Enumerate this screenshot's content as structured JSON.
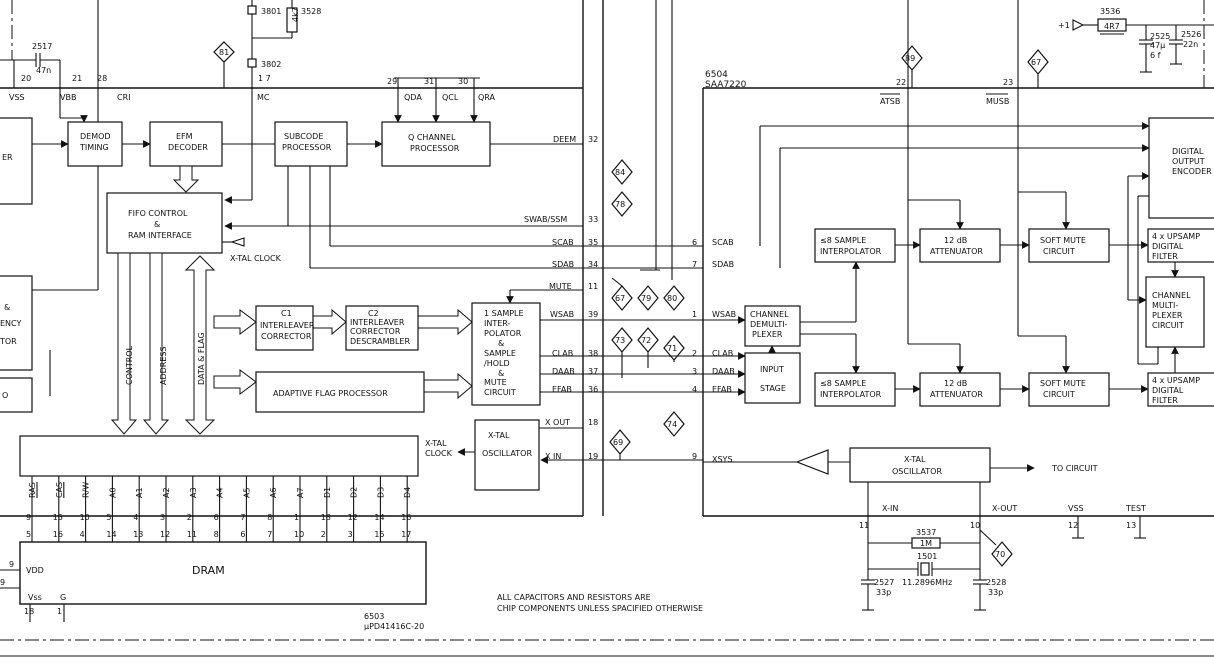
{
  "chips": {
    "main_id": "6504",
    "main_part": "SAA7220",
    "dram_id": "6503",
    "dram_part": "µPD41416C-20"
  },
  "blocks": {
    "left_partial_1": "ER",
    "left_partial_2": "&",
    "left_partial_3": "ENCY",
    "left_partial_4": "TOR",
    "left_partial_5": "O",
    "demod_1": "DEMOD",
    "demod_2": "TIMING",
    "efm_1": "EFM",
    "efm_2": "DECODER",
    "subcode_1": "SUBCODE",
    "subcode_2": "PROCESSOR",
    "qch_1": "Q CHANNEL",
    "qch_2": "PROCESSOR",
    "fifo_1": "FIFO CONTROL",
    "fifo_2": "&",
    "fifo_3": "RAM INTERFACE",
    "c1_1": "C1",
    "c1_2": "INTERLEAVER",
    "c1_3": "CORRECTOR",
    "c2_1": "C2",
    "c2_2": "INTERLEAVER",
    "c2_3": "CORRECTOR",
    "c2_4": "DESCRAMBLER",
    "flag": "ADAPTIVE FLAG PROCESSOR",
    "interp_1": "1 SAMPLE",
    "interp_2": "INTER-",
    "interp_3": "POLATOR",
    "interp_4": "&",
    "interp_5": "SAMPLE",
    "interp_6": "/HOLD",
    "interp_7": "&",
    "interp_8": "MUTE",
    "interp_9": "CIRCUIT",
    "xtal1_1": "X-TAL",
    "xtal1_2": "OSCILLATOR",
    "demux_1": "CHANNEL",
    "demux_2": "DEMULTI-",
    "demux_3": "PLEXER",
    "input_1": "INPUT",
    "input_2": "STAGE",
    "s8_1": "≤8 SAMPLE",
    "s8_2": "INTERPOLATOR",
    "att_1": "12 dB",
    "att_2": "ATTENUATOR",
    "soft_1": "SOFT MUTE",
    "soft_2": "CIRCUIT",
    "up_1": "4 x UPSAMP",
    "up_2": "DIGITAL",
    "up_3": "FILTER",
    "mux_1": "CHANNEL",
    "mux_2": "MULTI-",
    "mux_3": "PLEXER",
    "mux_4": "CIRCUIT",
    "dig_1": "DIGITAL",
    "dig_2": "OUTPUT",
    "dig_3": "ENCODER",
    "xtal2_1": "X-TAL",
    "xtal2_2": "OSCILLATOR",
    "dram": "DRAM"
  },
  "signals": {
    "vss": "VSS",
    "vbb": "VBB",
    "cri": "CRI",
    "mc": "MC",
    "qda": "QDA",
    "qcl": "QCL",
    "qra": "QRA",
    "deem": "DEEM",
    "swab": "SWAB/SSM",
    "scab": "SCAB",
    "sdab": "SDAB",
    "mute": "MUTE",
    "wsab": "WSAB",
    "clab": "CLAB",
    "daab": "DAAB",
    "efab": "EFAB",
    "xout": "X OUT",
    "xin": "X IN",
    "xtal_clock": "X-TAL CLOCK",
    "xtal_clock_a": "X-TAL",
    "xtal_clock_b": "CLOCK",
    "r_scab": "SCAB",
    "r_sdab": "SDAB",
    "r_wsab": "WSAB",
    "r_clab": "CLAB",
    "r_daab": "DAAB",
    "r_efab": "EFAB",
    "xsys": "XSYS",
    "atsb": "ATSB",
    "musb": "MUSB",
    "to_circuit": "TO CIRCUIT",
    "x_in": "X-IN",
    "x_out": "X-OUT",
    "vss2": "VSS",
    "test": "TEST",
    "control": "CONTROL",
    "address": "ADDRESS",
    "data_flag": "DATA & FLAG",
    "vdd": "VDD",
    "vss_d": "Vss",
    "g": "G",
    "plus1": "+1"
  },
  "pins": {
    "p20": "20",
    "p21": "21",
    "p28": "28",
    "p17": "1 7",
    "p29": "29",
    "p31": "31",
    "p30": "30",
    "p32": "32",
    "p33": "33",
    "p35": "35",
    "p34": "34",
    "p11": "11",
    "p39": "39",
    "p38": "38",
    "p37": "37",
    "p36": "36",
    "p18": "18",
    "p19": "19",
    "r6": "6",
    "r7": "7",
    "r1": "1",
    "r2": "2",
    "r3": "3",
    "r4": "4",
    "r9": "9",
    "p22": "22",
    "p23": "23",
    "p11b": "11",
    "p10": "10",
    "p12": "12",
    "p13": "13",
    "d9": "9",
    "d18": "18",
    "d1": "1",
    "d9b": "9"
  },
  "bus_pins": [
    {
      "name": "RAS",
      "top": "9",
      "bot": "5"
    },
    {
      "name": "CAS",
      "top": "15",
      "bot": "16"
    },
    {
      "name": "R/W",
      "top": "10",
      "bot": "4"
    },
    {
      "name": "A0",
      "top": "5",
      "bot": "14"
    },
    {
      "name": "A1",
      "top": "4",
      "bot": "13"
    },
    {
      "name": "A2",
      "top": "3",
      "bot": "12"
    },
    {
      "name": "A3",
      "top": "2",
      "bot": "11"
    },
    {
      "name": "A4",
      "top": "6",
      "bot": "8"
    },
    {
      "name": "A5",
      "top": "7",
      "bot": "6"
    },
    {
      "name": "A6",
      "top": "8",
      "bot": "7"
    },
    {
      "name": "A7",
      "top": "1",
      "bot": "10"
    },
    {
      "name": "D1",
      "top": "13",
      "bot": "2"
    },
    {
      "name": "D2",
      "top": "12",
      "bot": "3"
    },
    {
      "name": "D3",
      "top": "14",
      "bot": "15"
    },
    {
      "name": "D4",
      "top": "16",
      "bot": "17"
    }
  ],
  "components": {
    "c2517": "2517",
    "c2517v": "47n",
    "r3801": "3801",
    "r3802": "3802",
    "r3528": "3528",
    "r3528v": "4k7",
    "r3536": "3536",
    "r3536v": "4R7",
    "c2525": "2525",
    "c2525v": "47µ",
    "c2525s": "6 f",
    "c2526": "2526",
    "c2526v": "22n",
    "r3537": "3537",
    "r3537v": "1M",
    "x1501": "1501",
    "x1501v": "11.2896MHz",
    "c2527": "2527",
    "c2527v": "33p",
    "c2528": "2528",
    "c2528v": "33p"
  },
  "testpoints": {
    "t81": "81",
    "t84": "84",
    "t78": "78",
    "t67": "67",
    "t79": "79",
    "t80": "80",
    "t73": "73",
    "t72": "72",
    "t71": "71",
    "t74": "74",
    "t69": "69",
    "t89": "89",
    "t67b": "67",
    "t70": "70"
  },
  "notes": {
    "line1": "ALL CAPACITORS AND RESISTORS ARE",
    "line2": "CHIP COMPONENTS UNLESS SPACIFIED OTHERWISE"
  }
}
